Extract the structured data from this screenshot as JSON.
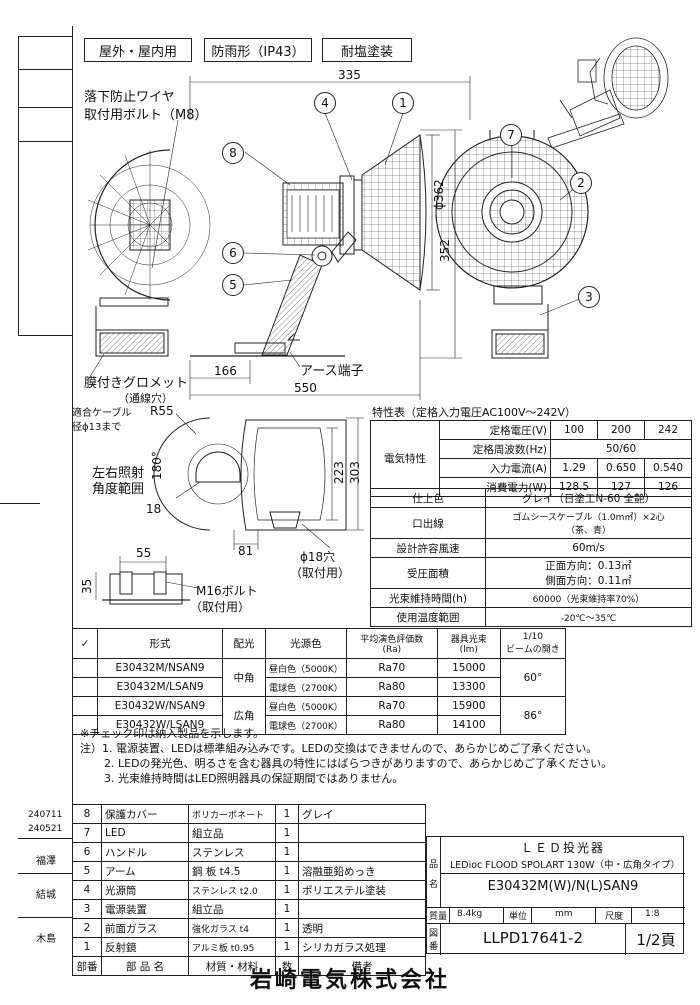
{
  "badges": [
    "屋外・屋内用",
    "防雨形（IP43）",
    "耐塩塗装"
  ],
  "dims": {
    "d335": "335",
    "d362": "ϕ362",
    "d352": "352",
    "d166": "166",
    "d550": "550",
    "r55": "R55",
    "a180": "180°",
    "d18": "18",
    "d223": "223",
    "d303": "303",
    "d81": "81",
    "hole": "ϕ18穴",
    "hole_sub": "（取付用）",
    "d55": "55",
    "d35": "35",
    "bolt": "M16ボルト",
    "bolt_sub": "（取付用）"
  },
  "callouts": {
    "wire1": "落下防止ワイヤ",
    "wire2": "取付用ボルト（M8）",
    "earth": "アース端子",
    "grommet1": "膜付きグロメット",
    "grommet2": "（通線穴）",
    "cable1": "適合ケーブル",
    "cable2": "径ϕ13まで",
    "aim1": "左右照射",
    "aim2": "角度範囲"
  },
  "part_numbers": [
    "1",
    "2",
    "3",
    "4",
    "5",
    "6",
    "7",
    "8"
  ],
  "elec": {
    "title": "特性表（定格入力電圧AC100V～242V）",
    "group": "電気特性",
    "rows": [
      {
        "label": "定格電圧(V)",
        "v": [
          "100",
          "200",
          "242"
        ]
      },
      {
        "label": "定格周波数(Hz)",
        "v": [
          "50/60"
        ]
      },
      {
        "label": "入力電流(A)",
        "v": [
          "1.29",
          "0.650",
          "0.540"
        ]
      },
      {
        "label": "消費電力(W)",
        "v": [
          "128.5",
          "127",
          "126"
        ]
      }
    ]
  },
  "spec": [
    {
      "label": "仕上色",
      "value": "グレイ（日塗工N-60 全艶）"
    },
    {
      "label": "口出線",
      "value": "ゴムシースケーブル（1.0m㎡）×2心",
      "value2": "（茶、青）"
    },
    {
      "label": "設計許容風速",
      "value": "60m/s"
    },
    {
      "label": "受圧面積",
      "value": "正面方向：0.13㎡",
      "value2": "側面方向：0.11㎡"
    },
    {
      "label": "光束維持時間(h)",
      "value": "60000（光束維持率70%）"
    },
    {
      "label": "使用温度範囲",
      "value": "-20℃～35℃"
    }
  ],
  "model_table": {
    "check": "✓",
    "headers": [
      "形式",
      "配光",
      "光源色",
      "平均演色評価数",
      "(Ra)",
      "器具光束",
      "(lm)",
      "1/10",
      "ビームの開き"
    ],
    "rows": [
      {
        "model": "E30432M/NSAN9",
        "color": "昼白色（5000K）",
        "ra": "Ra70",
        "lm": "15000"
      },
      {
        "model": "E30432M/LSAN9",
        "color": "電球色（2700K）",
        "ra": "Ra80",
        "lm": "13300"
      },
      {
        "model": "E30432W/NSAN9",
        "color": "昼白色（5000K）",
        "ra": "Ra70",
        "lm": "15900"
      },
      {
        "model": "E30432W/LSAN9",
        "color": "電球色（2700K）",
        "ra": "Ra80",
        "lm": "14100"
      }
    ],
    "dist": [
      "中角",
      "広角"
    ],
    "beam": [
      "60°",
      "86°"
    ]
  },
  "notes": [
    "※チェック印は納入製品を示します。",
    "注）1. 電源装置、LEDは標準組み込みです。LEDの交換はできませんので、あらかじめご了承ください。",
    "2. LEDの発光色、明るさを含む器具の特性にはばらつきがありますので、あらかじめご了承ください。",
    "3. 光束維持時間はLED照明器具の保証期間ではありません。"
  ],
  "revisions": [
    "240711",
    "240521"
  ],
  "signs": [
    "福澤",
    "結城",
    "木島"
  ],
  "parts": [
    {
      "no": "8",
      "name": "保護カバー",
      "mat": "ポリカーボネート",
      "qty": "1",
      "note": "グレイ"
    },
    {
      "no": "7",
      "name": "LED",
      "mat": "組立品",
      "qty": "1",
      "note": ""
    },
    {
      "no": "6",
      "name": "ハンドル",
      "mat": "ステンレス",
      "qty": "1",
      "note": ""
    },
    {
      "no": "5",
      "name": "アーム",
      "mat": "鋼 板 t4.5",
      "qty": "1",
      "note": "溶融亜鉛めっき"
    },
    {
      "no": "4",
      "name": "光源筒",
      "mat": "ステンレス t2.0",
      "qty": "1",
      "note": "ポリエステル塗装"
    },
    {
      "no": "3",
      "name": "電源装置",
      "mat": "組立品",
      "qty": "1",
      "note": ""
    },
    {
      "no": "2",
      "name": "前面ガラス",
      "mat": "強化ガラス t4",
      "qty": "1",
      "note": "透明"
    },
    {
      "no": "1",
      "name": "反射鏡",
      "mat": "アルミ板 t0.95",
      "qty": "1",
      "note": "シリカガラス処理"
    }
  ],
  "parts_header": [
    "部番",
    "部 品 名",
    "材質・材料",
    "数",
    "備考"
  ],
  "title_block": {
    "product": "ＬＥＤ投光器",
    "subtitle": "LEDioc FLOOD SPOLART 130W（中・広角タイプ）",
    "model": "E30432M(W)/N(L)SAN9",
    "hin": "品",
    "mei": "名",
    "mass_label": "質量",
    "mass": "8.4kg",
    "unit_label": "単位",
    "unit": "mm",
    "scale_label": "尺度",
    "scale": "1:8",
    "zu": "図",
    "ban": "番",
    "drawing_no": "LLPD17641-2",
    "page": "1/2頁"
  },
  "company": "岩崎電気株式会社"
}
